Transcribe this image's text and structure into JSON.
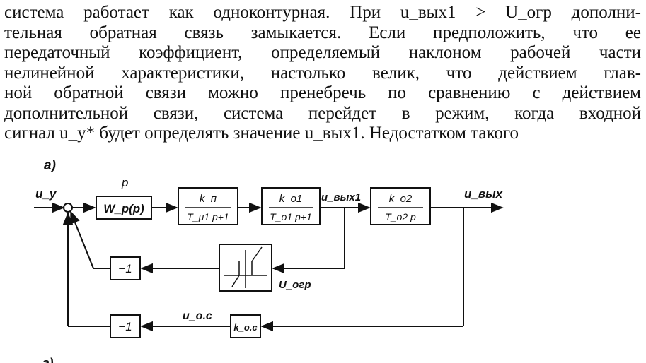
{
  "paragraph": {
    "lines": [
      "система работает как одноконтурная. При u_вых1 > U_огр дополни-",
      "тельная обратная связь замыкается. Если предположить, что ее",
      "передаточный коэффициент, определяемый наклоном рабочей части",
      "нелинейной характеристики, настолько велик, что действием глав-",
      "ной обратной связи можно пренебречь по сравнению с действием",
      "дополнительной связи, система перейдет в режим, когда входной",
      "сигнал u_у* будет определять значение u_вых1. Недостатком такого"
    ]
  },
  "figure": {
    "panel_label": "а)",
    "next_panel_label": "г)",
    "input_label": "u_y",
    "param_label": "p",
    "block_wp": "W_p(p)",
    "block_kp_num": "k_п",
    "block_kp_den": "T_μ1 p+1",
    "block_ko1_num": "k_о1",
    "block_ko1_den": "T_о1 p+1",
    "out1_label": "u_вых1",
    "block_ko2_num": "k_о2",
    "block_ko2_den": "T_о2 p",
    "output_label": "u_вых",
    "inv_block_top": "−1",
    "inv_block_bottom": "−1",
    "nonlinear_label": "U_огр",
    "feedback_label": "u_о.с",
    "block_koc": "k_о.с"
  }
}
